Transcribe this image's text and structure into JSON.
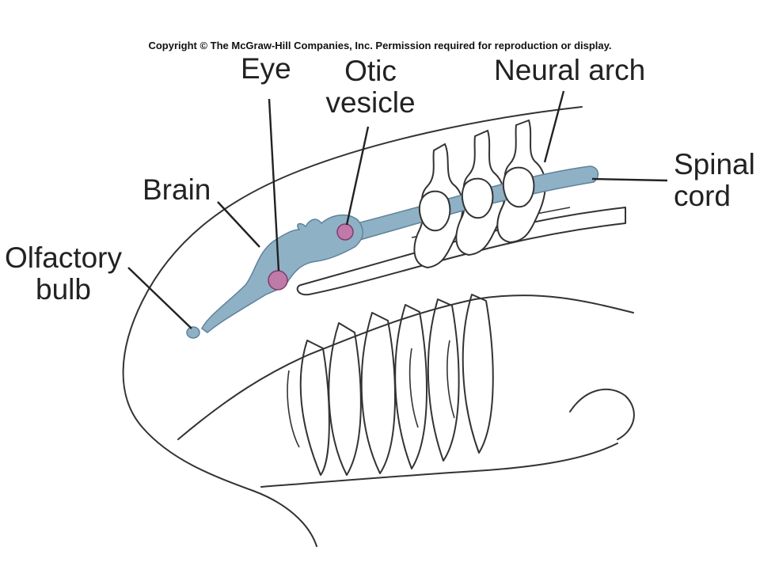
{
  "copyright": "Copyright © The McGraw-Hill Companies, Inc. Permission required for reproduction or display.",
  "labels": {
    "eye": "Eye",
    "otic_line1": "Otic",
    "otic_line2": "vesicle",
    "neural_arch": "Neural arch",
    "spinal_line1": "Spinal",
    "spinal_line2": "cord",
    "brain": "Brain",
    "olfactory_line1": "Olfactory",
    "olfactory_line2": "bulb"
  },
  "colors": {
    "nervous_tissue": "#8fb1c6",
    "sense_organ": "#c07aa9",
    "outline": "#333333"
  }
}
